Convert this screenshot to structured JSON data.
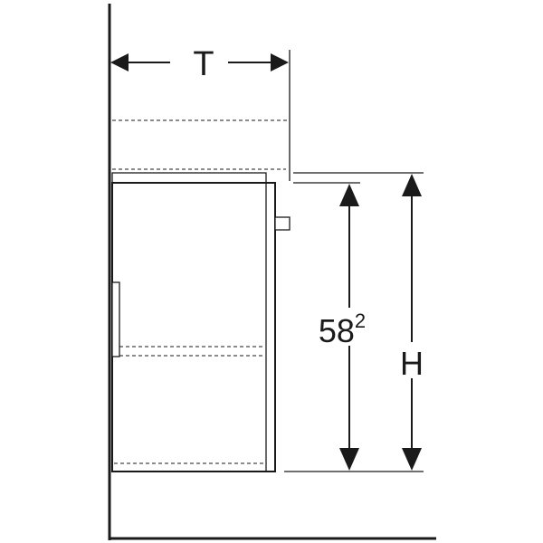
{
  "labels": {
    "depth": "T",
    "height": "H",
    "inner_height_main": "58",
    "inner_height_sup": "2"
  }
}
